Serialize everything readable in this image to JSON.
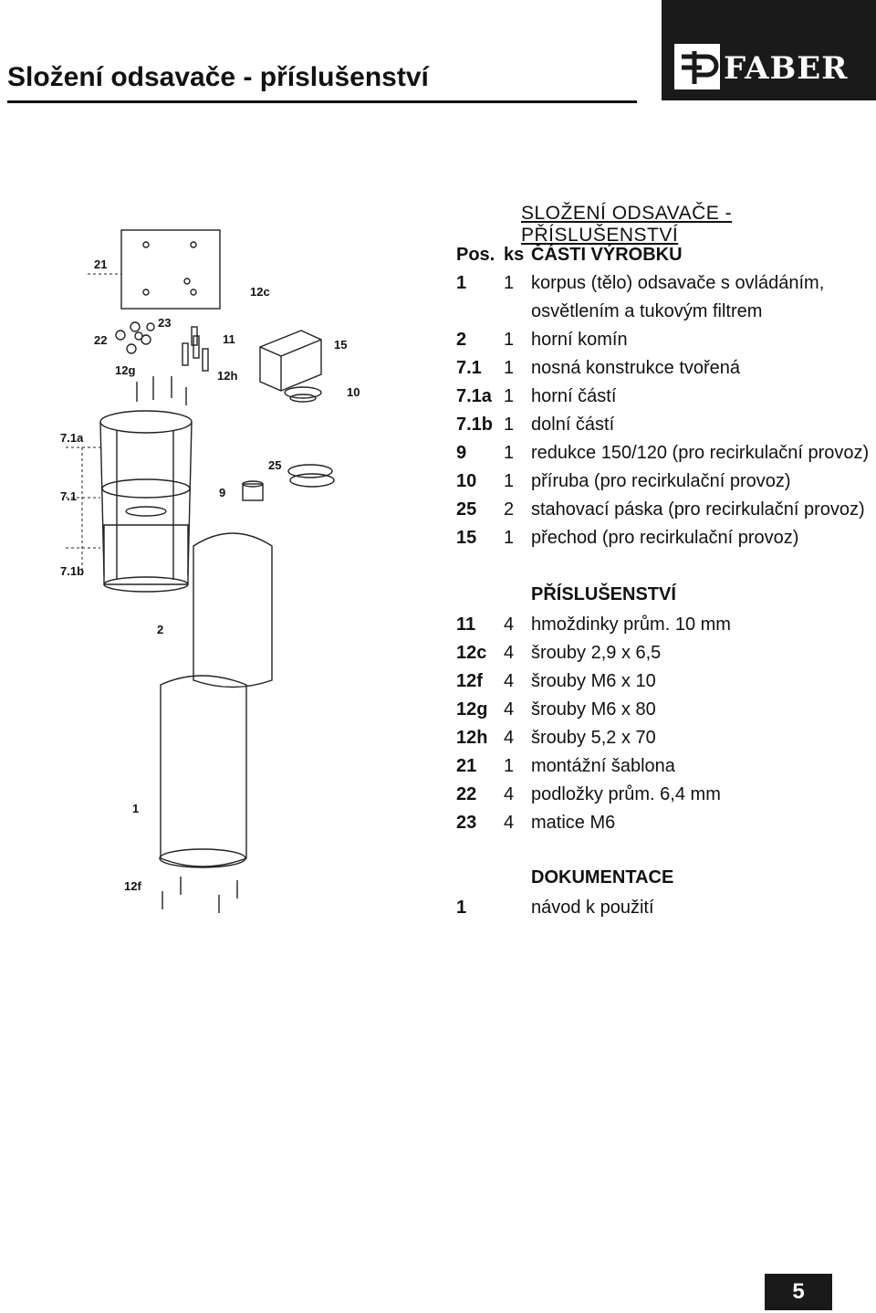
{
  "header": {
    "title": "Složení odsavače - příslušenství",
    "logo_text": "FABER"
  },
  "table": {
    "section_title": "SLOŽENÍ ODSAVAČE - PŘÍSLUŠENSTVÍ",
    "col_pos": "Pos.",
    "col_ks": "ks",
    "col_parts": "ČÁSTI VÝROBKU",
    "parts": [
      {
        "pos": "1",
        "ks": "1",
        "desc": "korpus (tělo) odsavače s ovládáním,"
      },
      {
        "pos": "",
        "ks": "",
        "desc": "osvětlením a tukovým filtrem"
      },
      {
        "pos": "2",
        "ks": "1",
        "desc": "horní komín"
      },
      {
        "pos": "7.1",
        "ks": "1",
        "desc": "nosná konstrukce tvořená"
      },
      {
        "pos": "7.1a",
        "ks": "1",
        "desc": "horní částí"
      },
      {
        "pos": "7.1b",
        "ks": "1",
        "desc": "dolní částí"
      },
      {
        "pos": "9",
        "ks": "1",
        "desc": "redukce 150/120 (pro recirkulační provoz)"
      },
      {
        "pos": "10",
        "ks": "1",
        "desc": "příruba (pro recirkulační provoz)"
      },
      {
        "pos": "25",
        "ks": "2",
        "desc": "stahovací páska (pro recirkulační provoz)"
      },
      {
        "pos": "15",
        "ks": "1",
        "desc": "přechod (pro recirkulační provoz)"
      }
    ],
    "accessories_title": "PŘÍSLUŠENSTVÍ",
    "accessories": [
      {
        "pos": "11",
        "ks": "4",
        "desc": "hmoždinky prům. 10 mm"
      },
      {
        "pos": "12c",
        "ks": "4",
        "desc": "šrouby 2,9  x  6,5"
      },
      {
        "pos": "12f",
        "ks": "4",
        "desc": "šrouby M6 x 10"
      },
      {
        "pos": "12g",
        "ks": "4",
        "desc": "šrouby M6 x 80"
      },
      {
        "pos": "12h",
        "ks": "4",
        "desc": "šrouby 5,2 x 70"
      },
      {
        "pos": "21",
        "ks": "1",
        "desc": "montážní šablona"
      },
      {
        "pos": "22",
        "ks": "4",
        "desc": "podložky prům. 6,4 mm"
      },
      {
        "pos": "23",
        "ks": "4",
        "desc": "matice M6"
      }
    ],
    "documentation_title": "DOKUMENTACE",
    "documentation": [
      {
        "pos": "1",
        "ks": "",
        "desc": "návod k použití"
      }
    ]
  },
  "diagram_labels": {
    "l21": "21",
    "l22": "22",
    "l23": "23",
    "l12g": "12g",
    "l11": "11",
    "l12h": "12h",
    "l12c": "12c",
    "l15": "15",
    "l10": "10",
    "l25": "25",
    "l9": "9",
    "l71a": "7.1a",
    "l71": "7.1",
    "l71b": "7.1b",
    "l2": "2",
    "l1": "1",
    "l12f": "12f"
  },
  "page_number": "5"
}
